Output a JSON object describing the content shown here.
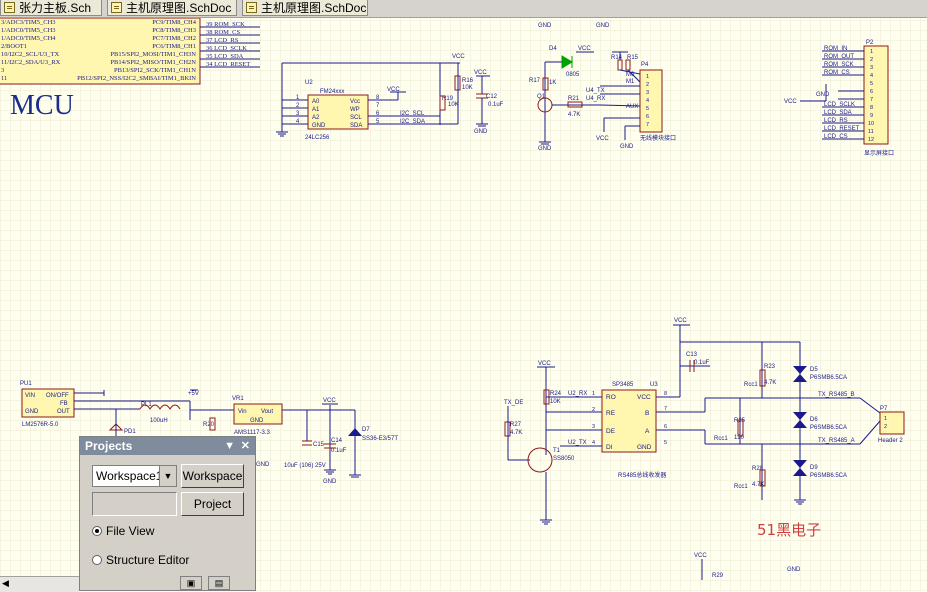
{
  "tabs": [
    {
      "label": "张力主板.Sch"
    },
    {
      "label": "主机原理图.SchDoc"
    },
    {
      "label": "主机原理图.SchDoc"
    }
  ],
  "schematic": {
    "mcu_title": "MCU",
    "mcu_left_pins": [
      "3/ADC3/TIM5_CH3",
      "1/ADC0/TIM5_CH3",
      "1/ADC0/TIM5_CH4",
      "2/BOOT1",
      "10/I2C2_SCL/U3_TX",
      "11/I2C2_SDA/U3_RX",
      "3",
      "11"
    ],
    "mcu_right_pins": [
      "PC9/TIM8_CH4",
      "PC8/TIM8_CH3",
      "PC7/TIM8_CH2",
      "PC6/TIM8_CH1",
      "PB15/SPI2_MOSI/TIM1_CH3N",
      "PB14/SPI2_MISO/TIM1_CH2N",
      "PB13/SPI2_SCK/TIM1_CH1N",
      "PB12/SPI2_NSS/I2C2_SMBAI/TIM1_BKIN"
    ],
    "mcu_right_nets": [
      "39 ROM_SCK",
      "38 ROM_CS",
      "37 LCD_RS",
      "36 LCD_SCLK",
      "35 LCD_SDA",
      "34 LCD_RESET"
    ],
    "eeprom": {
      "ref": "U2",
      "value": "FM24xxx",
      "part": "24LC256",
      "pins_left": [
        "A0",
        "A1",
        "A2",
        "GND"
      ],
      "pins_right": [
        "Vcc",
        "WP",
        "SCL",
        "SDA"
      ],
      "pin_nums_left": [
        "1",
        "2",
        "3",
        "4"
      ],
      "pin_nums_right": [
        "8",
        "7",
        "6",
        "5"
      ],
      "nets": [
        "I2C_SCL",
        "I2C_SDA"
      ]
    },
    "labels": {
      "vcc": "VCC",
      "gnd": "GND",
      "r16": "R16",
      "r16v": "10K",
      "r19": "R19",
      "r19v": "10K",
      "c12": "C12",
      "c12v": "0.1uF",
      "d4": "D4",
      "r17": "R17",
      "r17v": "1K",
      "q1": "Q1",
      "r21": "R21",
      "r21v": "4.7K",
      "r14": "R14",
      "r15": "R15",
      "p4": "P4",
      "p4_desc": "无线模块接口",
      "d0805": "0805",
      "m0": "M0",
      "m1": "M1",
      "aux": "AUX",
      "rx": "RX",
      "tx": "TX",
      "u4tx": "U4_TX",
      "u4rx": "U4_RX",
      "r1k": "1K",
      "p2": "P2",
      "p2_desc": "显示屏接口",
      "p2_nets": [
        "ROM_IN",
        "ROM_OUT",
        "ROM_SCK",
        "ROM_CS",
        "GND",
        "LCD_SCLK",
        "LCD_SDA",
        "LCD_RS",
        "LCD_RESET",
        "LCD_CS"
      ],
      "pu1": "PU1",
      "pu1_part": "LM2576R-5.0",
      "vin": "VIN",
      "onoff": "ON/OFF",
      "fb": "FB",
      "out": "OUT",
      "l1": "PL1",
      "l1v": "100uH",
      "pd1": "PD1",
      "v5": "+5V",
      "vr1": "VR1",
      "vr1_part": "AMS1117-3.3",
      "vr_vin": "Vin",
      "vr_vout": "Vout",
      "c15": "C15",
      "c15v": "10uF (106) 25V",
      "c14": "C14",
      "c14v": "0.1uF",
      "d7": "D7",
      "d7_part": "SS36-E3/57T",
      "r20": "R20",
      "u3": "U3",
      "sp3485": "SP3485",
      "ro": "RO",
      "re": "RE",
      "de": "DE",
      "di": "DI",
      "b": "B",
      "a": "A",
      "u2rx": "U2_RX",
      "u2tx": "U2_TX",
      "r24": "R24",
      "r24v": "10K",
      "r27": "R27",
      "r27v": "4.7K",
      "t1": "T1",
      "t1_part": "SS8050",
      "t1_net": "TX_DE",
      "c13": "C13",
      "c13v": "0.1uF",
      "r23": "R23",
      "r23v": "4.7K",
      "r25": "R25",
      "r25v": "120",
      "r28": "R28",
      "r28v": "4.7K",
      "rcc": "Rcc1",
      "d5": "D5",
      "d6": "D6",
      "d9": "D9",
      "tvs": "P6SMB6.5CA",
      "rs485b": "TX_RS485_B",
      "rs485a": "TX_RS485_A",
      "p7": "P7",
      "header2": "Header 2",
      "rs485_desc": "RS485总线收发器",
      "r29": "R29"
    },
    "credit": "51黑电子"
  },
  "projects_panel": {
    "title": "Projects",
    "workspace_select": "Workspace1",
    "workspace_button": "Workspace",
    "project_button": "Project",
    "radio_file_view": "File View",
    "radio_structure": "Structure Editor",
    "selected": "File View"
  },
  "colors": {
    "background": "#fffff0",
    "wire": "#1a1a8c",
    "component": "#8b1a1a",
    "net_label": "#1a1a8c",
    "accent_green": "#00a000"
  }
}
